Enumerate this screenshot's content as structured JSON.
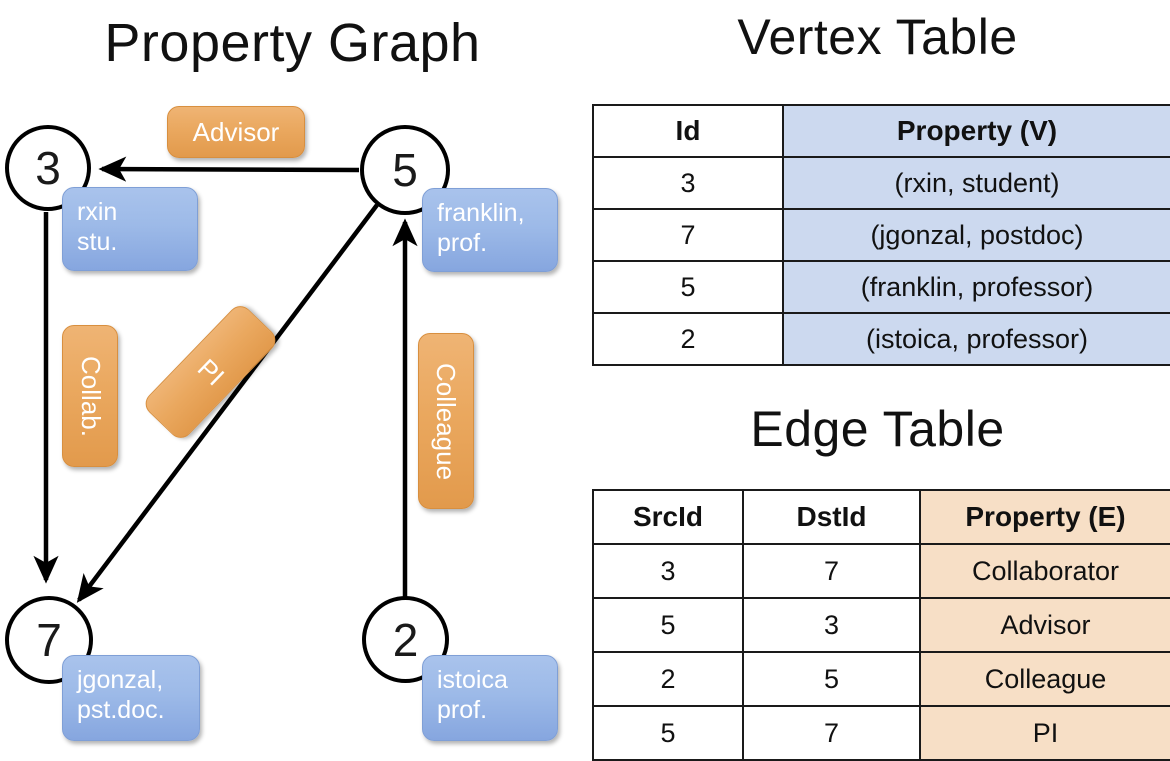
{
  "headings": {
    "property_graph": "Property Graph",
    "vertex_table": "Vertex Table",
    "edge_table": "Edge Table"
  },
  "colors": {
    "vertex_box_fill": "#9dbae8",
    "edge_box_fill": "#eaa85f",
    "vertex_table_highlight": "#ccd9ef",
    "edge_table_highlight": "#f7dfc6",
    "node_stroke": "#000000",
    "background": "#ffffff"
  },
  "graph": {
    "nodes": [
      {
        "id": "3",
        "label_lines": [
          "rxin",
          "stu."
        ]
      },
      {
        "id": "5",
        "label_lines": [
          "franklin,",
          "prof."
        ]
      },
      {
        "id": "7",
        "label_lines": [
          "jgonzal,",
          "pst.doc."
        ]
      },
      {
        "id": "2",
        "label_lines": [
          "istoica",
          "prof."
        ]
      }
    ],
    "edge_labels": [
      {
        "name": "advisor",
        "text": "Advisor"
      },
      {
        "name": "collab",
        "text": "Collab."
      },
      {
        "name": "pi",
        "text": "PI"
      },
      {
        "name": "colleague",
        "text": "Colleague"
      }
    ],
    "edges": [
      {
        "src": "5",
        "dst": "3",
        "label": "Advisor"
      },
      {
        "src": "3",
        "dst": "7",
        "label": "Collab."
      },
      {
        "src": "5",
        "dst": "7",
        "label": "PI"
      },
      {
        "src": "2",
        "dst": "5",
        "label": "Colleague"
      }
    ]
  },
  "vertex_table": {
    "columns": [
      "Id",
      "Property (V)"
    ],
    "rows": [
      {
        "id": "3",
        "property": "(rxin, student)"
      },
      {
        "id": "7",
        "property": "(jgonzal, postdoc)"
      },
      {
        "id": "5",
        "property": "(franklin, professor)"
      },
      {
        "id": "2",
        "property": "(istoica, professor)"
      }
    ]
  },
  "edge_table": {
    "columns": [
      "SrcId",
      "DstId",
      "Property (E)"
    ],
    "rows": [
      {
        "src": "3",
        "dst": "7",
        "property": "Collaborator"
      },
      {
        "src": "5",
        "dst": "3",
        "property": "Advisor"
      },
      {
        "src": "2",
        "dst": "5",
        "property": "Colleague"
      },
      {
        "src": "5",
        "dst": "7",
        "property": "PI"
      }
    ]
  }
}
